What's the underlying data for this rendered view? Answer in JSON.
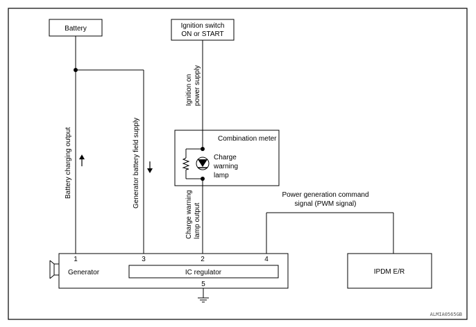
{
  "boxes": {
    "battery": "Battery",
    "ignition_line1": "Ignition switch",
    "ignition_line2": "ON or START",
    "combination_meter": "Combination meter",
    "generator": "Generator",
    "ic_regulator": "IC regulator",
    "ipdm": "IPDM E/R"
  },
  "lamp": {
    "line1": "Charge",
    "line2": "warning",
    "line3": "lamp"
  },
  "wires": {
    "battery_charging_output": "Battery charging output",
    "generator_field_supply": "Generator battery field supply",
    "ignition_power_line1": "Ignition on",
    "ignition_power_line2": "power supply",
    "charge_lamp_output_line1": "Charge warning",
    "charge_lamp_output_line2": "lamp output",
    "pgc_line1": "Power generation command",
    "pgc_line2": "signal (PWM signal)"
  },
  "pins": {
    "p1": "1",
    "p3": "3",
    "p2": "2",
    "p4": "4",
    "p5": "5"
  },
  "figure_code": "ALMIA0565GB"
}
